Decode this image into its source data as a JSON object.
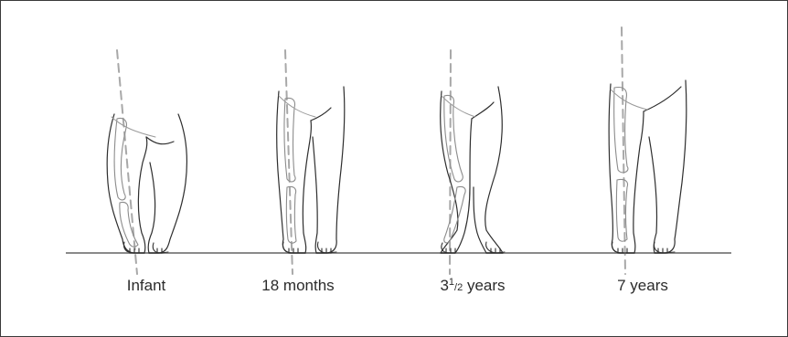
{
  "figure": {
    "stages": [
      {
        "label": "Infant",
        "alignment": "bow-legged (genu varum)"
      },
      {
        "label": "18 months",
        "alignment": "straight"
      },
      {
        "label_whole": "3",
        "label_num": "1",
        "label_den": "2",
        "label_rest": " years",
        "alignment": "knock-kneed (genu valgum)"
      },
      {
        "label": "7 years",
        "alignment": "straight"
      }
    ],
    "colors": {
      "outline": "#2e2e2e",
      "bone": "#8c8c8c",
      "axis_dash": "#a8a8a8",
      "ground": "#8a8a8a",
      "frame": "#3a3a3a"
    }
  }
}
